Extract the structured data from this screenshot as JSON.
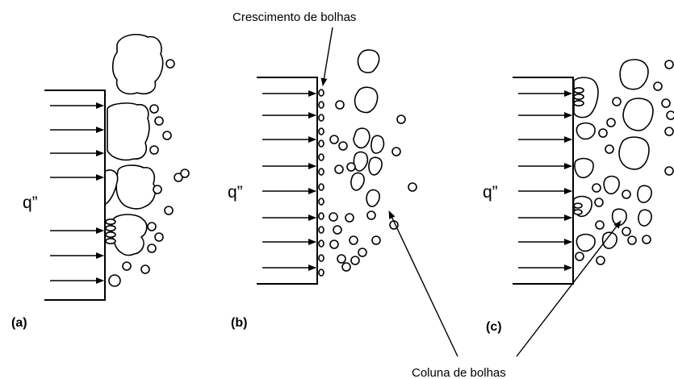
{
  "panels": [
    {
      "label": "(a)",
      "flux_label": "q”"
    },
    {
      "label": "(b)",
      "flux_label": "q”"
    },
    {
      "label": "(c)",
      "flux_label": "q”"
    }
  ],
  "annotations": {
    "top": "Crescimento de bolhas",
    "bottom": "Coluna de bolhas"
  }
}
